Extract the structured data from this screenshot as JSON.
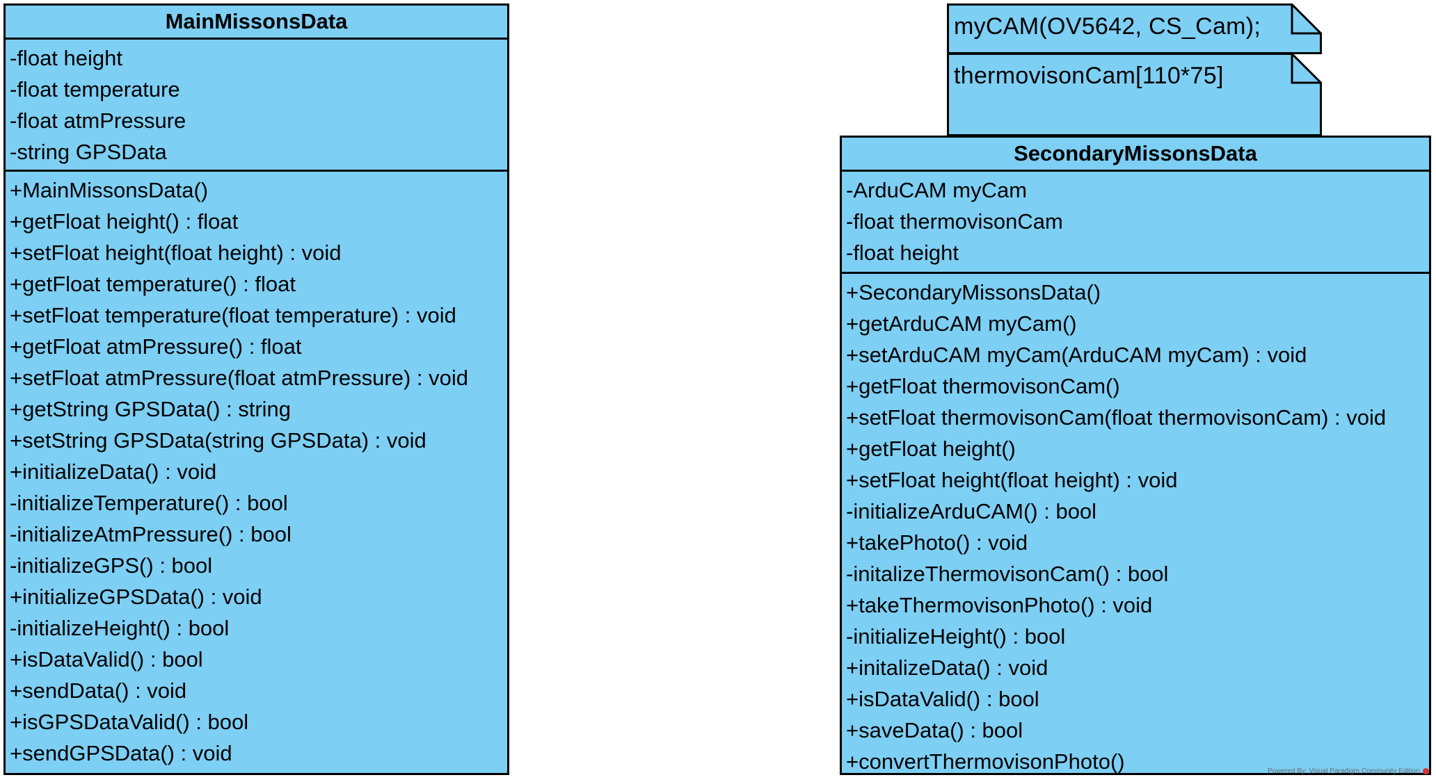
{
  "main_class": {
    "name": "MainMissonsData",
    "attributes": [
      "-float height",
      "-float temperature",
      "-float atmPressure",
      "-string GPSData"
    ],
    "operations": [
      "+MainMissonsData()",
      "+getFloat height() : float",
      "+setFloat height(float height) : void",
      "+getFloat temperature() : float",
      "+setFloat temperature(float temperature) : void",
      "+getFloat atmPressure() : float",
      "+setFloat atmPressure(float atmPressure) : void",
      "+getString GPSData() : string",
      "+setString GPSData(string GPSData) : void",
      "+initializeData() : void",
      "-initializeTemperature() : bool",
      "-initializeAtmPressure() : bool",
      "-initializeGPS() : bool",
      "+initializeGPSData() : void",
      "-initializeHeight() : bool",
      "+isDataValid() : bool",
      "+sendData() : void",
      "+isGPSDataValid() : bool",
      "+sendGPSData() : void"
    ]
  },
  "secondary_class": {
    "name": "SecondaryMissonsData",
    "attributes": [
      "-ArduCAM myCam",
      "-float thermovisonCam",
      "-float height"
    ],
    "operations": [
      "+SecondaryMissonsData()",
      "+getArduCAM myCam()",
      "+setArduCAM myCam(ArduCAM myCam) : void",
      "+getFloat thermovisonCam()",
      "+setFloat thermovisonCam(float thermovisonCam) : void",
      "+getFloat height()",
      "+setFloat height(float height) : void",
      "-initializeArduCAM() : bool",
      "+takePhoto() : void",
      "-initalizeThermovisonCam() : bool",
      "+takeThermovisonPhoto() : void",
      "-initializeHeight() : bool",
      "+initalizeData() : void",
      "+isDataValid() : bool",
      "+saveData() : bool",
      "+convertThermovisonPhoto()"
    ]
  },
  "notes": [
    "myCAM(OV5642, CS_Cam);",
    "thermovisonCam[110*75]"
  ],
  "watermark": "Powered By: Visual Paradigm Community Edition",
  "colors": {
    "class_fill": "#7dcff4",
    "border": "#000000"
  }
}
